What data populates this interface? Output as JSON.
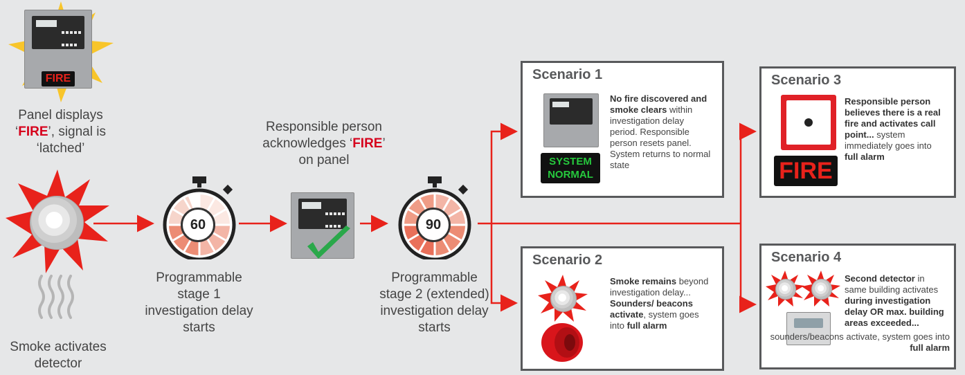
{
  "colors": {
    "accent_red": "#d6001c",
    "arrow_red": "#e8221b",
    "box_border": "#58595b",
    "background": "#e6e7e8"
  },
  "panel_fire": {
    "badge": "FIRE",
    "caption_pre": "Panel displays ‘",
    "caption_bold": "FIRE",
    "caption_post": "’, signal is ‘latched’"
  },
  "smoke": {
    "caption": "Smoke activates detector"
  },
  "stage1": {
    "timer_value": "60",
    "caption": "Programmable stage 1 investigation delay starts"
  },
  "acknowledge": {
    "caption_pre": "Responsible person acknowledges ‘",
    "caption_bold": "FIRE",
    "caption_post": "’ on panel",
    "check_icon": "checkmark-icon"
  },
  "stage2": {
    "timer_value": "90",
    "caption": "Programmable stage 2 (extended) investigation delay starts"
  },
  "scenarios": {
    "s1": {
      "title": "Scenario 1",
      "badge_line1": "SYSTEM",
      "badge_line2": "NORMAL",
      "bold1": "No fire discovered and smoke clears",
      "text1": " within investigation delay period. Responsible person resets panel. System returns to normal state"
    },
    "s2": {
      "title": "Scenario 2",
      "bold1": "Smoke remains",
      "text1": " beyond investigation delay... ",
      "bold2": "Sounders/ beacons activate",
      "text2": ", system goes into ",
      "bold3": "full alarm"
    },
    "s3": {
      "title": "Scenario 3",
      "badge": "FIRE",
      "bold1": "Responsible person believes there is a real fire and activates call point...",
      "text1": " system immediately goes into ",
      "bold2": "full alarm"
    },
    "s4": {
      "title": "Scenario 4",
      "bold1": "Second detector",
      "text1": " in same building activates ",
      "bold2": "during investigation delay OR max. building areas exceeded...",
      "text2": " sounders/beacons activate, system goes into ",
      "bold3": "full alarm"
    }
  }
}
